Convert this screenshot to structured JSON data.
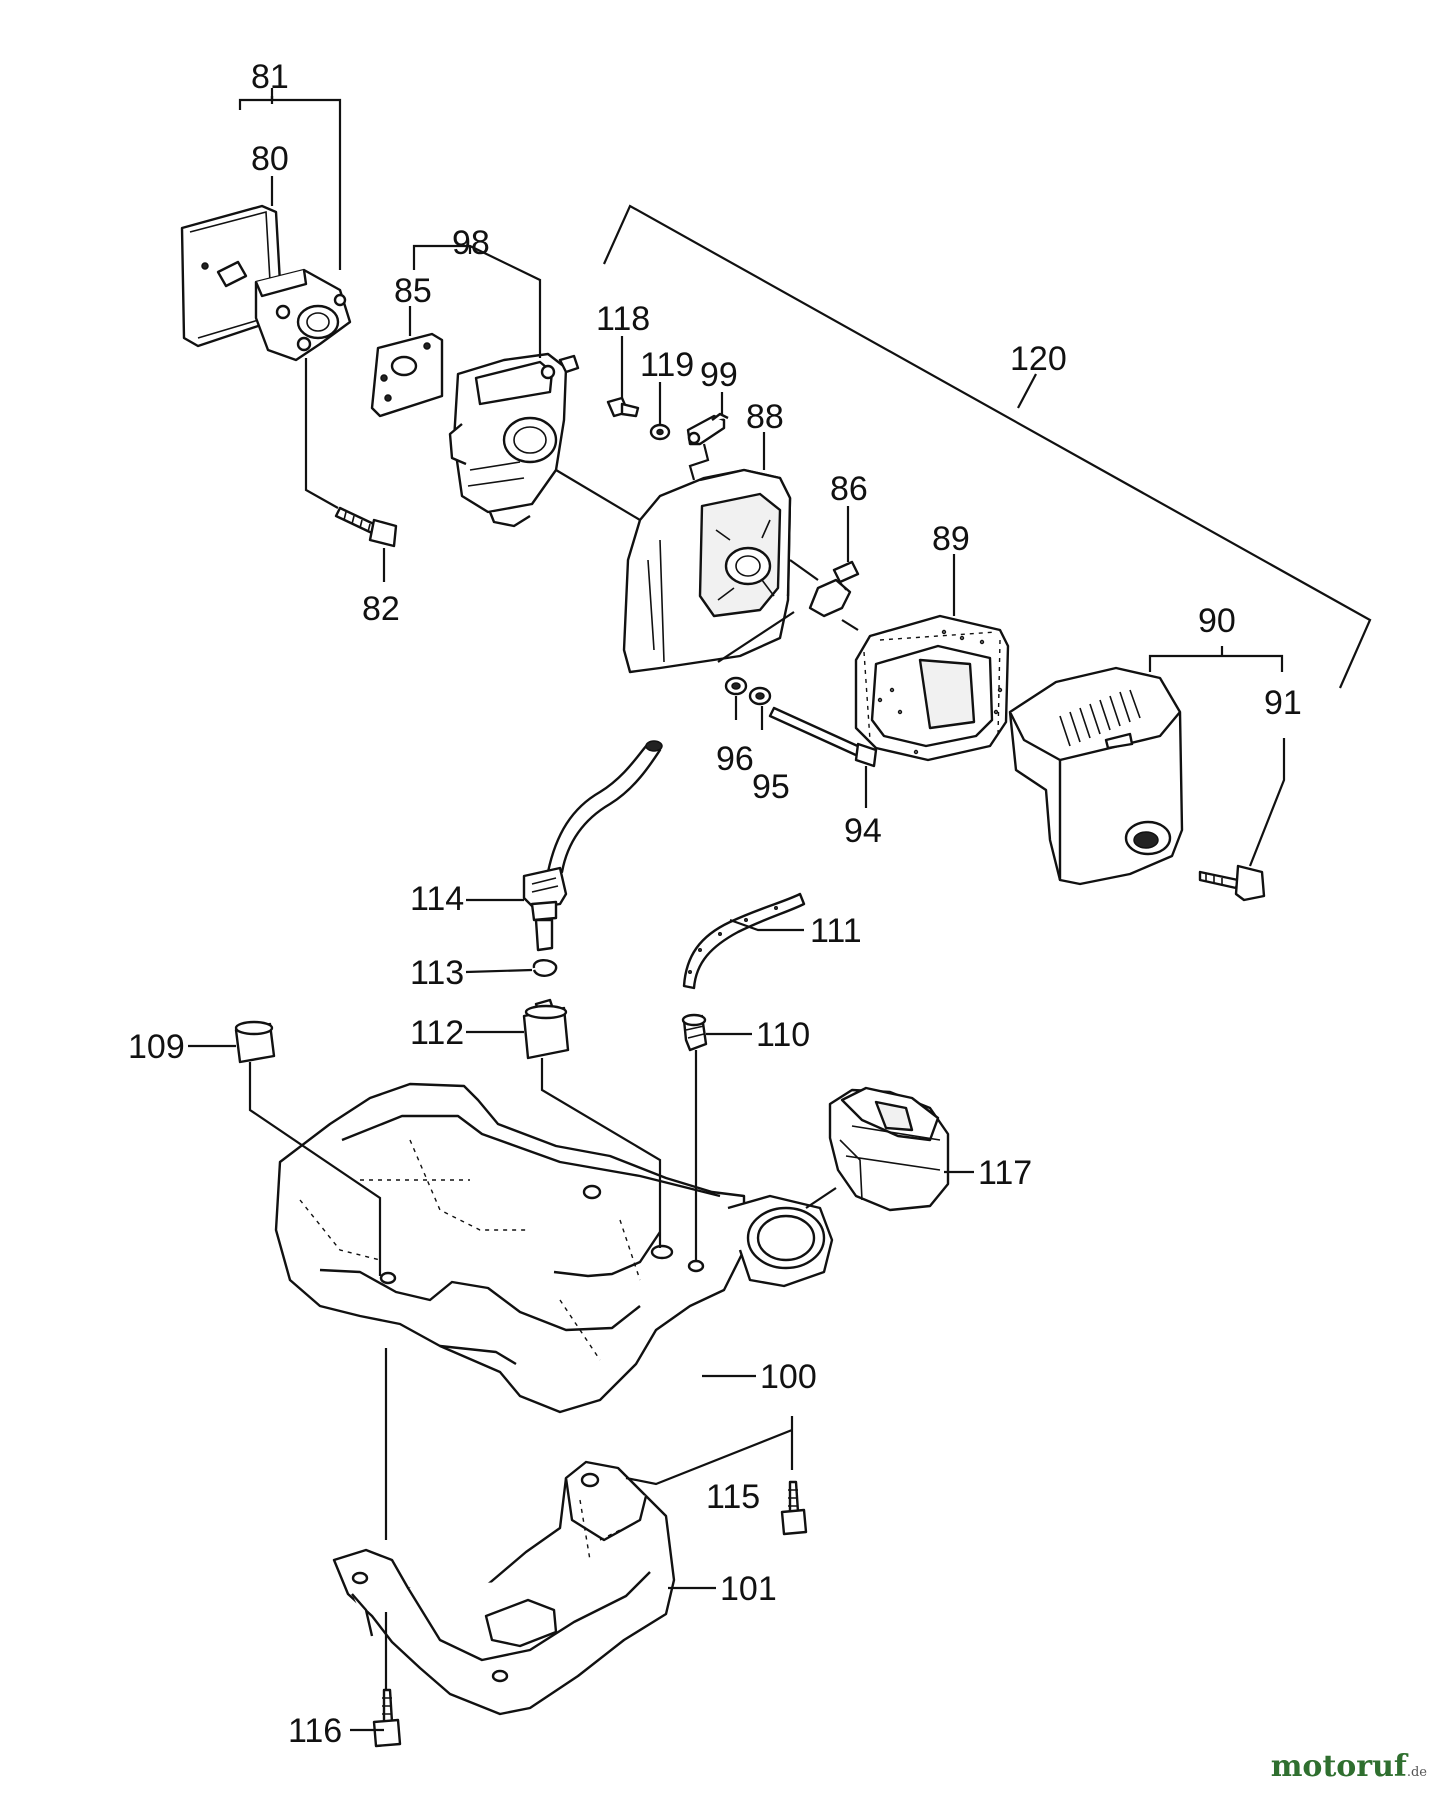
{
  "labels": {
    "l80": "80",
    "l81": "81",
    "l82": "82",
    "l85": "85",
    "l86": "86",
    "l88": "88",
    "l89": "89",
    "l90": "90",
    "l91": "91",
    "l94": "94",
    "l95": "95",
    "l96": "96",
    "l98": "98",
    "l99": "99",
    "l100": "100",
    "l101": "101",
    "l109": "109",
    "l110": "110",
    "l111": "111",
    "l112": "112",
    "l113": "113",
    "l114": "114",
    "l115": "115",
    "l116": "116",
    "l117": "117",
    "l118": "118",
    "l119": "119",
    "l120": "120"
  },
  "watermark": {
    "main": "motoruf",
    "suffix": ".de"
  }
}
